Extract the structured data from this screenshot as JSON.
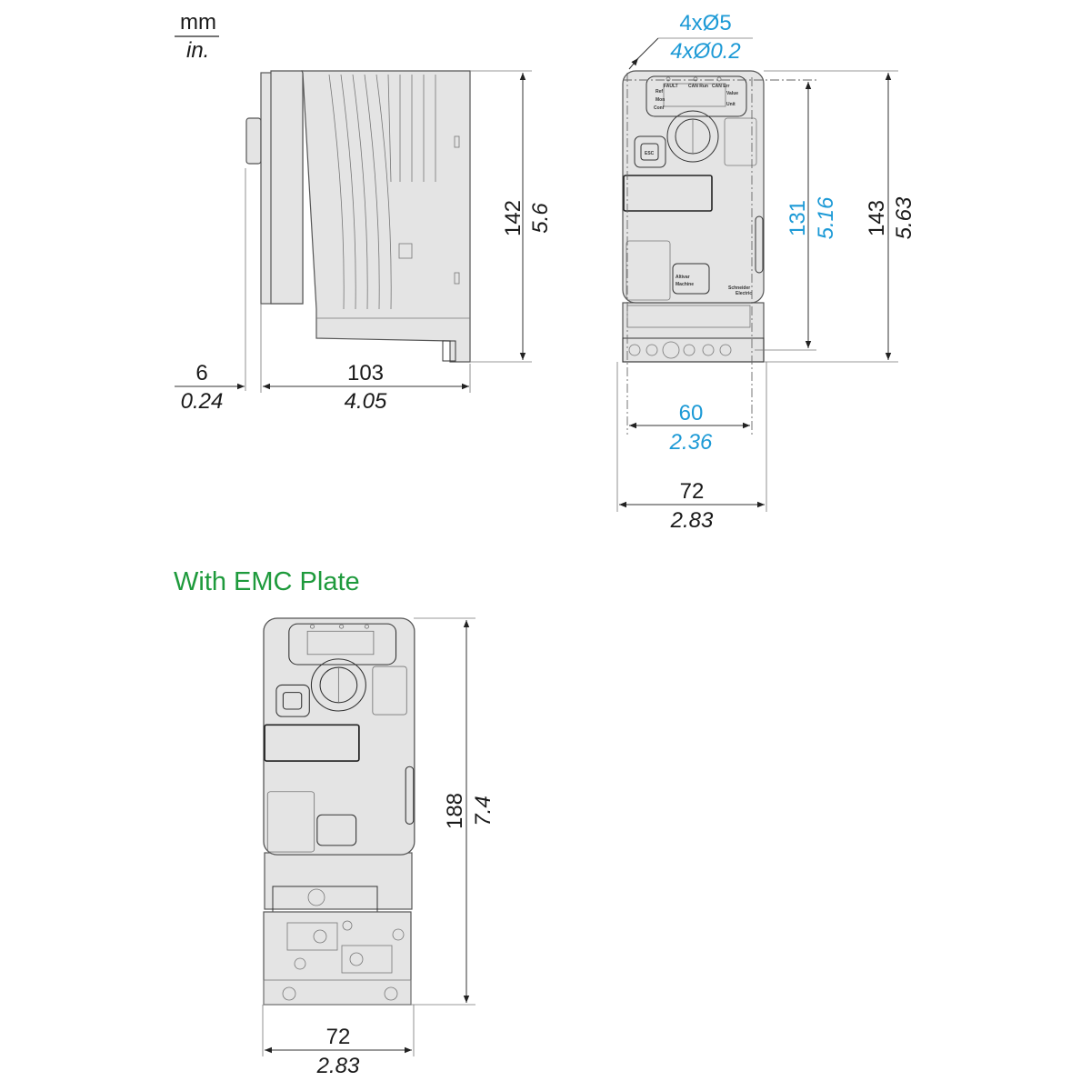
{
  "units": {
    "metric": "mm",
    "imperial": "in."
  },
  "side_view": {
    "height": {
      "mm": "142",
      "in": "5.6"
    },
    "depth": {
      "mm": "103",
      "in": "4.05"
    },
    "knob_offset": {
      "mm": "6",
      "in": "0.24"
    }
  },
  "front_view": {
    "holes": {
      "mm": "4xØ5",
      "in": "4xØ0.2"
    },
    "hole_spacing_height": {
      "mm": "131",
      "in": "5.16"
    },
    "height": {
      "mm": "143",
      "in": "5.63"
    },
    "hole_spacing_width": {
      "mm": "60",
      "in": "2.36"
    },
    "width": {
      "mm": "72",
      "in": "2.83"
    }
  },
  "emc_view": {
    "title": "With EMC Plate",
    "height": {
      "mm": "188",
      "in": "7.4"
    },
    "width": {
      "mm": "72",
      "in": "2.83"
    }
  },
  "panel": {
    "leds": [
      "FAULT",
      "CAN Run",
      "CAN Err"
    ],
    "left_labels": [
      "Ref",
      "Mon",
      "Conf"
    ],
    "right_labels": [
      "Value",
      "Unit"
    ],
    "esc": "ESC",
    "product": [
      "Altivar",
      "Machine"
    ],
    "brand": [
      "Schneider",
      "Electric"
    ]
  },
  "colors": {
    "accent_blue": "#1d9ad6",
    "title_green": "#1e9a3c",
    "body_gray": "#e4e4e4"
  }
}
